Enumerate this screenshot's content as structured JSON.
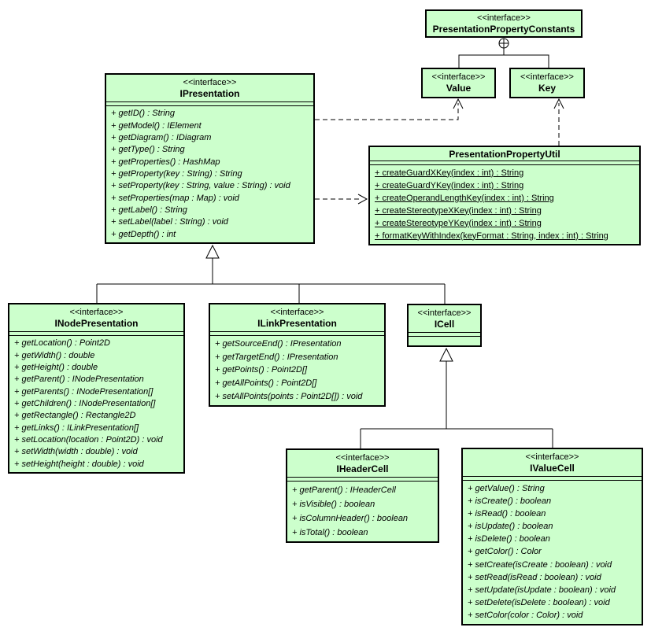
{
  "colors": {
    "box_fill": "#ccffcc",
    "box_border": "#000000",
    "line": "#000000",
    "background": "#ffffff"
  },
  "classes": {
    "presentationPropertyConstants": {
      "stereotype": "<<interface>>",
      "name": "PresentationPropertyConstants",
      "methods": []
    },
    "value": {
      "stereotype": "<<interface>>",
      "name": "Value",
      "methods": []
    },
    "key": {
      "stereotype": "<<interface>>",
      "name": "Key",
      "methods": []
    },
    "iPresentation": {
      "stereotype": "<<interface>>",
      "name": "IPresentation",
      "methods": [
        "+ getID() : String",
        "+ getModel() : IElement",
        "+ getDiagram() : IDiagram",
        "+ getType() : String",
        "+ getProperties() : HashMap",
        "+ getProperty(key : String) : String",
        "+ setProperty(key : String, value : String) : void",
        "+ setProperties(map : Map) : void",
        "+ getLabel() : String",
        "+ setLabel(label : String) : void",
        "+ getDepth() : int"
      ]
    },
    "presentationPropertyUtil": {
      "stereotype": "",
      "name": "PresentationPropertyUtil",
      "methods": [
        "+ createGuardXKey(index : int) : String",
        "+ createGuardYKey(index : int) : String",
        "+ createOperandLengthKey(index : int) : String",
        "+ createStereotypeXKey(index : int) : String",
        "+ createStereotypeYKey(index : int) : String",
        "+ formatKeyWithIndex(keyFormat : String, index : int) : String"
      ]
    },
    "iNodePresentation": {
      "stereotype": "<<interface>>",
      "name": "INodePresentation",
      "methods": [
        "+ getLocation() : Point2D",
        "+ getWidth() : double",
        "+ getHeight() : double",
        "+ getParent() : INodePresentation",
        "+ getParents() : INodePresentation[]",
        "+ getChildren() : INodePresentation[]",
        "+ getRectangle() : Rectangle2D",
        "+ getLinks() : ILinkPresentation[]",
        "+ setLocation(location : Point2D) : void",
        "+ setWidth(width : double) : void",
        "+ setHeight(height : double) : void"
      ]
    },
    "iLinkPresentation": {
      "stereotype": "<<interface>>",
      "name": "ILinkPresentation",
      "methods": [
        "+ getSourceEnd() : IPresentation",
        "+ getTargetEnd() : IPresentation",
        "+ getPoints() : Point2D[]",
        "+ getAllPoints() : Point2D[]",
        "+ setAllPoints(points : Point2D[]) : void"
      ]
    },
    "iCell": {
      "stereotype": "<<interface>>",
      "name": "ICell",
      "methods": []
    },
    "iHeaderCell": {
      "stereotype": "<<interface>>",
      "name": "IHeaderCell",
      "methods": [
        "+ getParent() : IHeaderCell",
        "+ isVisible() : boolean",
        "+ isColumnHeader() : boolean",
        "+ isTotal() : boolean"
      ]
    },
    "iValueCell": {
      "stereotype": "<<interface>>",
      "name": "IValueCell",
      "methods": [
        "+ getValue() : String",
        "+ isCreate() : boolean",
        "+ isRead() : boolean",
        "+ isUpdate() : boolean",
        "+ isDelete() : boolean",
        "+ getColor() : Color",
        "+ setCreate(isCreate : boolean) : void",
        "+ setRead(isRead : boolean) : void",
        "+ setUpdate(isUpdate : boolean) : void",
        "+ setDelete(isDelete : boolean) : void",
        "+ setColor(color : Color) : void"
      ]
    }
  },
  "relations": [
    {
      "type": "containment",
      "from": "PresentationPropertyConstants",
      "to": "Value"
    },
    {
      "type": "containment",
      "from": "PresentationPropertyConstants",
      "to": "Key"
    },
    {
      "type": "dependency",
      "from": "IPresentation",
      "to": "Value"
    },
    {
      "type": "dependency",
      "from": "IPresentation",
      "to": "PresentationPropertyUtil"
    },
    {
      "type": "dependency",
      "from": "PresentationPropertyUtil",
      "to": "Key"
    },
    {
      "type": "generalization",
      "from": "INodePresentation",
      "to": "IPresentation"
    },
    {
      "type": "generalization",
      "from": "ILinkPresentation",
      "to": "IPresentation"
    },
    {
      "type": "generalization",
      "from": "ICell",
      "to": "IPresentation"
    },
    {
      "type": "generalization",
      "from": "IHeaderCell",
      "to": "ICell"
    },
    {
      "type": "generalization",
      "from": "IValueCell",
      "to": "ICell"
    }
  ]
}
